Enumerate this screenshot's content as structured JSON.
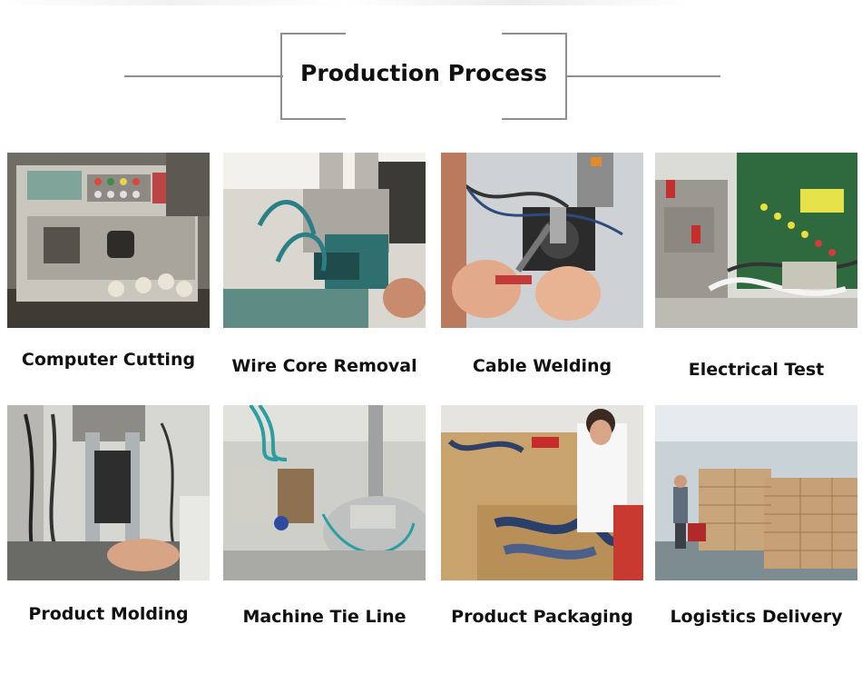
{
  "header": {
    "title": "Production Process"
  },
  "steps": [
    {
      "label": "Computer Cutting",
      "photo": "wire-cutting-machine"
    },
    {
      "label": "Wire Core Removal",
      "photo": "wire-stripping-machine"
    },
    {
      "label": "Cable Welding",
      "photo": "soldering-hands"
    },
    {
      "label": "Electrical Test",
      "photo": "cable-tester"
    },
    {
      "label": "Product Molding",
      "photo": "injection-molding-machine"
    },
    {
      "label": "Machine Tie Line",
      "photo": "cable-tie-machine"
    },
    {
      "label": "Product Packaging",
      "photo": "packing-worker"
    },
    {
      "label": "Logistics Delivery",
      "photo": "warehouse-boxes"
    }
  ]
}
